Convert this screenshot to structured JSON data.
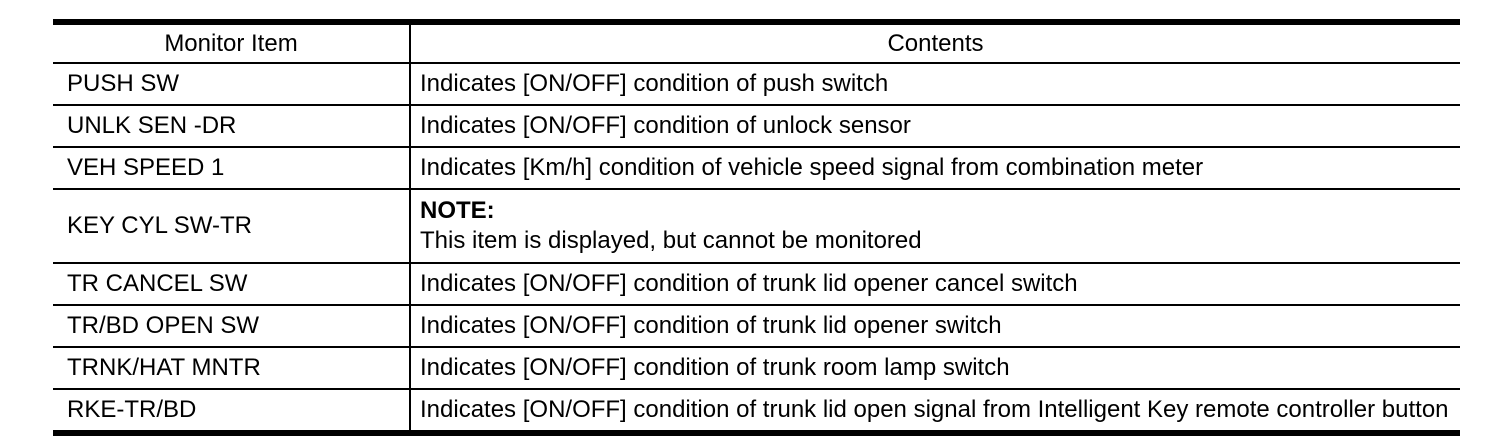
{
  "table": {
    "columns": {
      "item_header": "Monitor Item",
      "contents_header": "Contents"
    },
    "rows": [
      {
        "item": "PUSH SW",
        "contents": "Indicates [ON/OFF] condition of push switch"
      },
      {
        "item": "UNLK SEN -DR",
        "contents": "Indicates [ON/OFF] condition of unlock sensor"
      },
      {
        "item": "VEH SPEED 1",
        "contents": "Indicates [Km/h] condition of vehicle speed signal from combination meter"
      },
      {
        "item": "KEY CYL SW-TR",
        "note_label": "NOTE:",
        "note_text": "This item is displayed, but cannot be monitored"
      },
      {
        "item": "TR CANCEL SW",
        "contents": "Indicates [ON/OFF] condition of trunk lid opener cancel switch"
      },
      {
        "item": "TR/BD OPEN SW",
        "contents": "Indicates [ON/OFF] condition of trunk lid opener switch"
      },
      {
        "item": "TRNK/HAT MNTR",
        "contents": "Indicates [ON/OFF] condition of trunk room lamp switch"
      },
      {
        "item": "RKE-TR/BD",
        "contents": "Indicates [ON/OFF] condition of trunk lid open signal from Intelligent Key remote controller button"
      }
    ],
    "colors": {
      "text": "#000000",
      "border": "#000000",
      "background": "#ffffff"
    }
  }
}
